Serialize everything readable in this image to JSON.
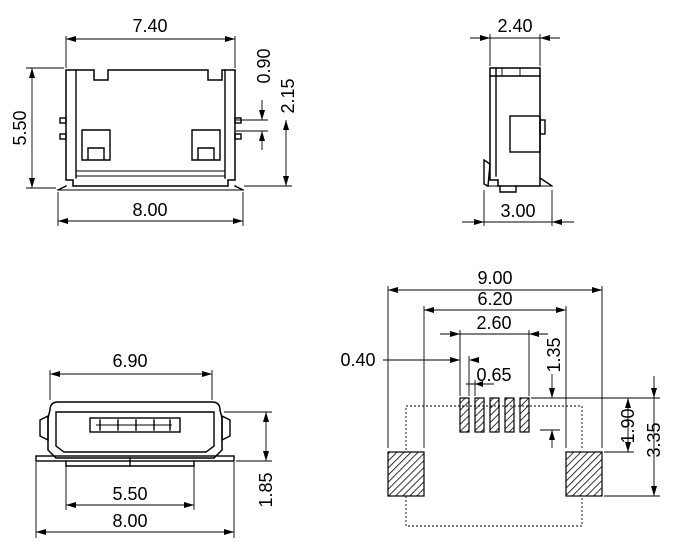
{
  "views": {
    "top": {
      "width_top": "7.40",
      "height_left": "5.50",
      "dim_090": "0.90",
      "dim_215": "2.15",
      "width_bottom": "8.00"
    },
    "side": {
      "width_top": "2.40",
      "width_bottom": "3.00"
    },
    "front": {
      "width_top": "6.90",
      "width_mid": "5.50",
      "width_bottom": "8.00",
      "height_right": "1.85"
    },
    "footprint": {
      "overall": "9.00",
      "pads_outer": "6.20",
      "pins_span": "2.60",
      "pin_width": "0.40",
      "pin_pitch": "0.65",
      "dim_135": "1.35",
      "dim_190": "1.90",
      "dim_335": "3.35"
    }
  }
}
